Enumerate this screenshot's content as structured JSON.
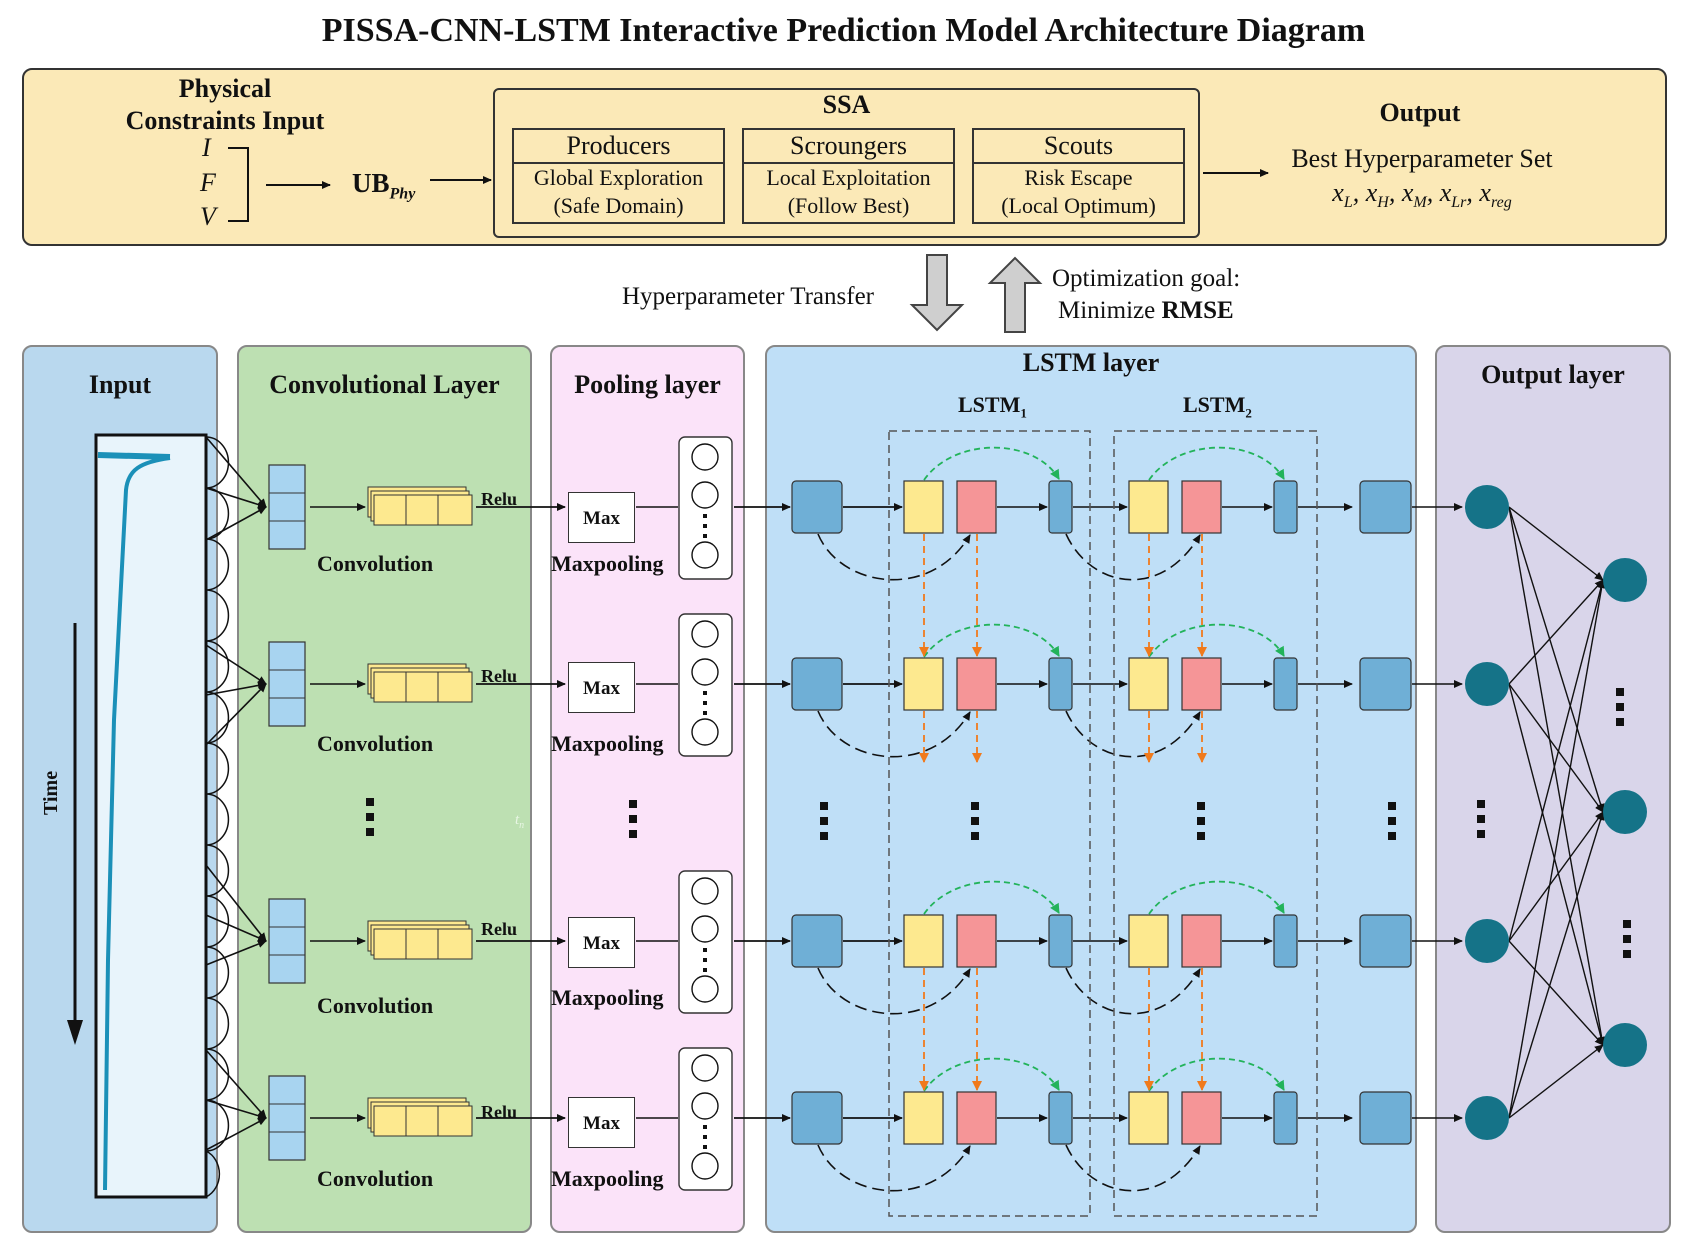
{
  "title": "PISSA-CNN-LSTM Interactive Prediction Model Architecture Diagram",
  "top": {
    "physical": {
      "title_line1": "Physical",
      "title_line2": "Constraints Input",
      "inputs": [
        "I",
        "F",
        "V"
      ],
      "ub": "UB",
      "ub_sub": "Phy"
    },
    "ssa": {
      "title": "SSA",
      "boxes": [
        {
          "name": "Producers",
          "line1": "Global Exploration",
          "line2": "(Safe Domain)"
        },
        {
          "name": "Scroungers",
          "line1": "Local Exploitation",
          "line2": "(Follow Best)"
        },
        {
          "name": "Scouts",
          "line1": "Risk Escape",
          "line2": "(Local Optimum)"
        }
      ]
    },
    "output": {
      "title": "Output",
      "line1": "Best Hyperparameter Set",
      "vars": [
        "L",
        "H",
        "M",
        "Lr",
        "reg"
      ]
    }
  },
  "middle": {
    "transfer": "Hyperparameter Transfer",
    "goal_line1": "Optimization goal:",
    "goal_prefix": "Minimize ",
    "goal_bold": "RMSE"
  },
  "panels": {
    "input": "Input",
    "time": "Time",
    "conv": "Convolutional Layer",
    "conv_label": "Convolution",
    "relu": "Relu",
    "tn": "t",
    "tn_sub": "n",
    "pool": "Pooling layer",
    "max": "Max",
    "maxpool": "Maxpooling",
    "lstm": "LSTM layer",
    "lstm1": "LSTM",
    "lstm1_sub": "1",
    "lstm2": "LSTM",
    "lstm2_sub": "2",
    "output": "Output layer"
  },
  "colors": {
    "top_bg": "#fbe9b7",
    "input_bg": "#b9d8ee",
    "conv_bg": "#bde0b2",
    "pool_bg": "#fbe3f9",
    "lstm_bg": "#bfdff7",
    "output_bg": "#d9d5ea",
    "cell_blue": "#6fafd6",
    "gate_yellow": "#fde98f",
    "gate_red": "#f59597",
    "neuron": "#157388",
    "green_arrow": "#22b35a",
    "orange_arrow": "#f07a1c"
  }
}
